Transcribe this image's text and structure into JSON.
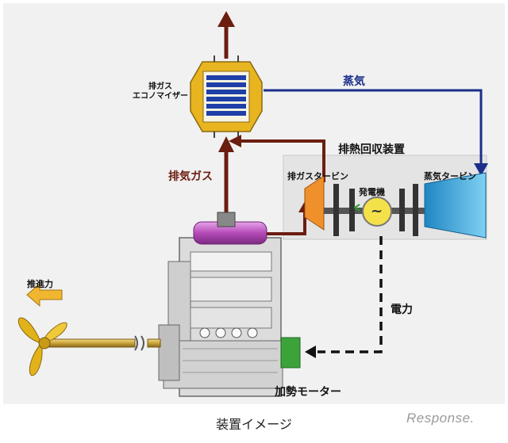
{
  "labels": {
    "economizer": "排ガス\nエコノマイザー",
    "steam": "蒸気",
    "heat_recovery_unit": "排熱回収装置",
    "exhaust_gas": "排気ガス",
    "gas_turbine": "排ガスタービン",
    "generator": "発電機",
    "steam_turbine": "蒸気タービン",
    "thrust": "推進力",
    "electric_power": "電力",
    "booster_motor": "加勢モーター",
    "generator_symbol": "~"
  },
  "caption": "装置イメージ",
  "brand": "Response.",
  "colors": {
    "exhaust_arrow": "#6b1d10",
    "steam_arrow": "#1b2f8a",
    "economizer_body": "#e8b520",
    "economizer_coils": "#1f3fa8",
    "unit_panel": "#e4e4e4",
    "gas_turbine": "#f0902a",
    "steam_turbine": "#2c9fd6",
    "generator": "#f4e14a",
    "turbocharger": "#b44bb8",
    "motor": "#3ba33a",
    "propeller": "#e2b21a",
    "shaft": "#c9a23a",
    "diagram_bg": "#f1f1f1"
  }
}
